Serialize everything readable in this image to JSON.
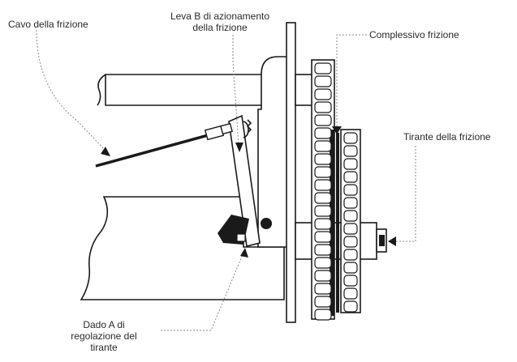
{
  "labels": {
    "cable": "Cavo della frizione",
    "lever_line1": "Leva B di azionamento",
    "lever_line2": "della frizione",
    "assembly": "Complessivo frizione",
    "rod": "Tirante della frizione",
    "nut_line1": "Dado A di",
    "nut_line2": "regolazione del",
    "nut_line3": "tirante"
  },
  "icons": {
    "arrow": "arrow-head-icon"
  },
  "colors": {
    "ink": "#1a1a1a",
    "leader": "#8a8a8a",
    "paper": "#ffffff"
  }
}
